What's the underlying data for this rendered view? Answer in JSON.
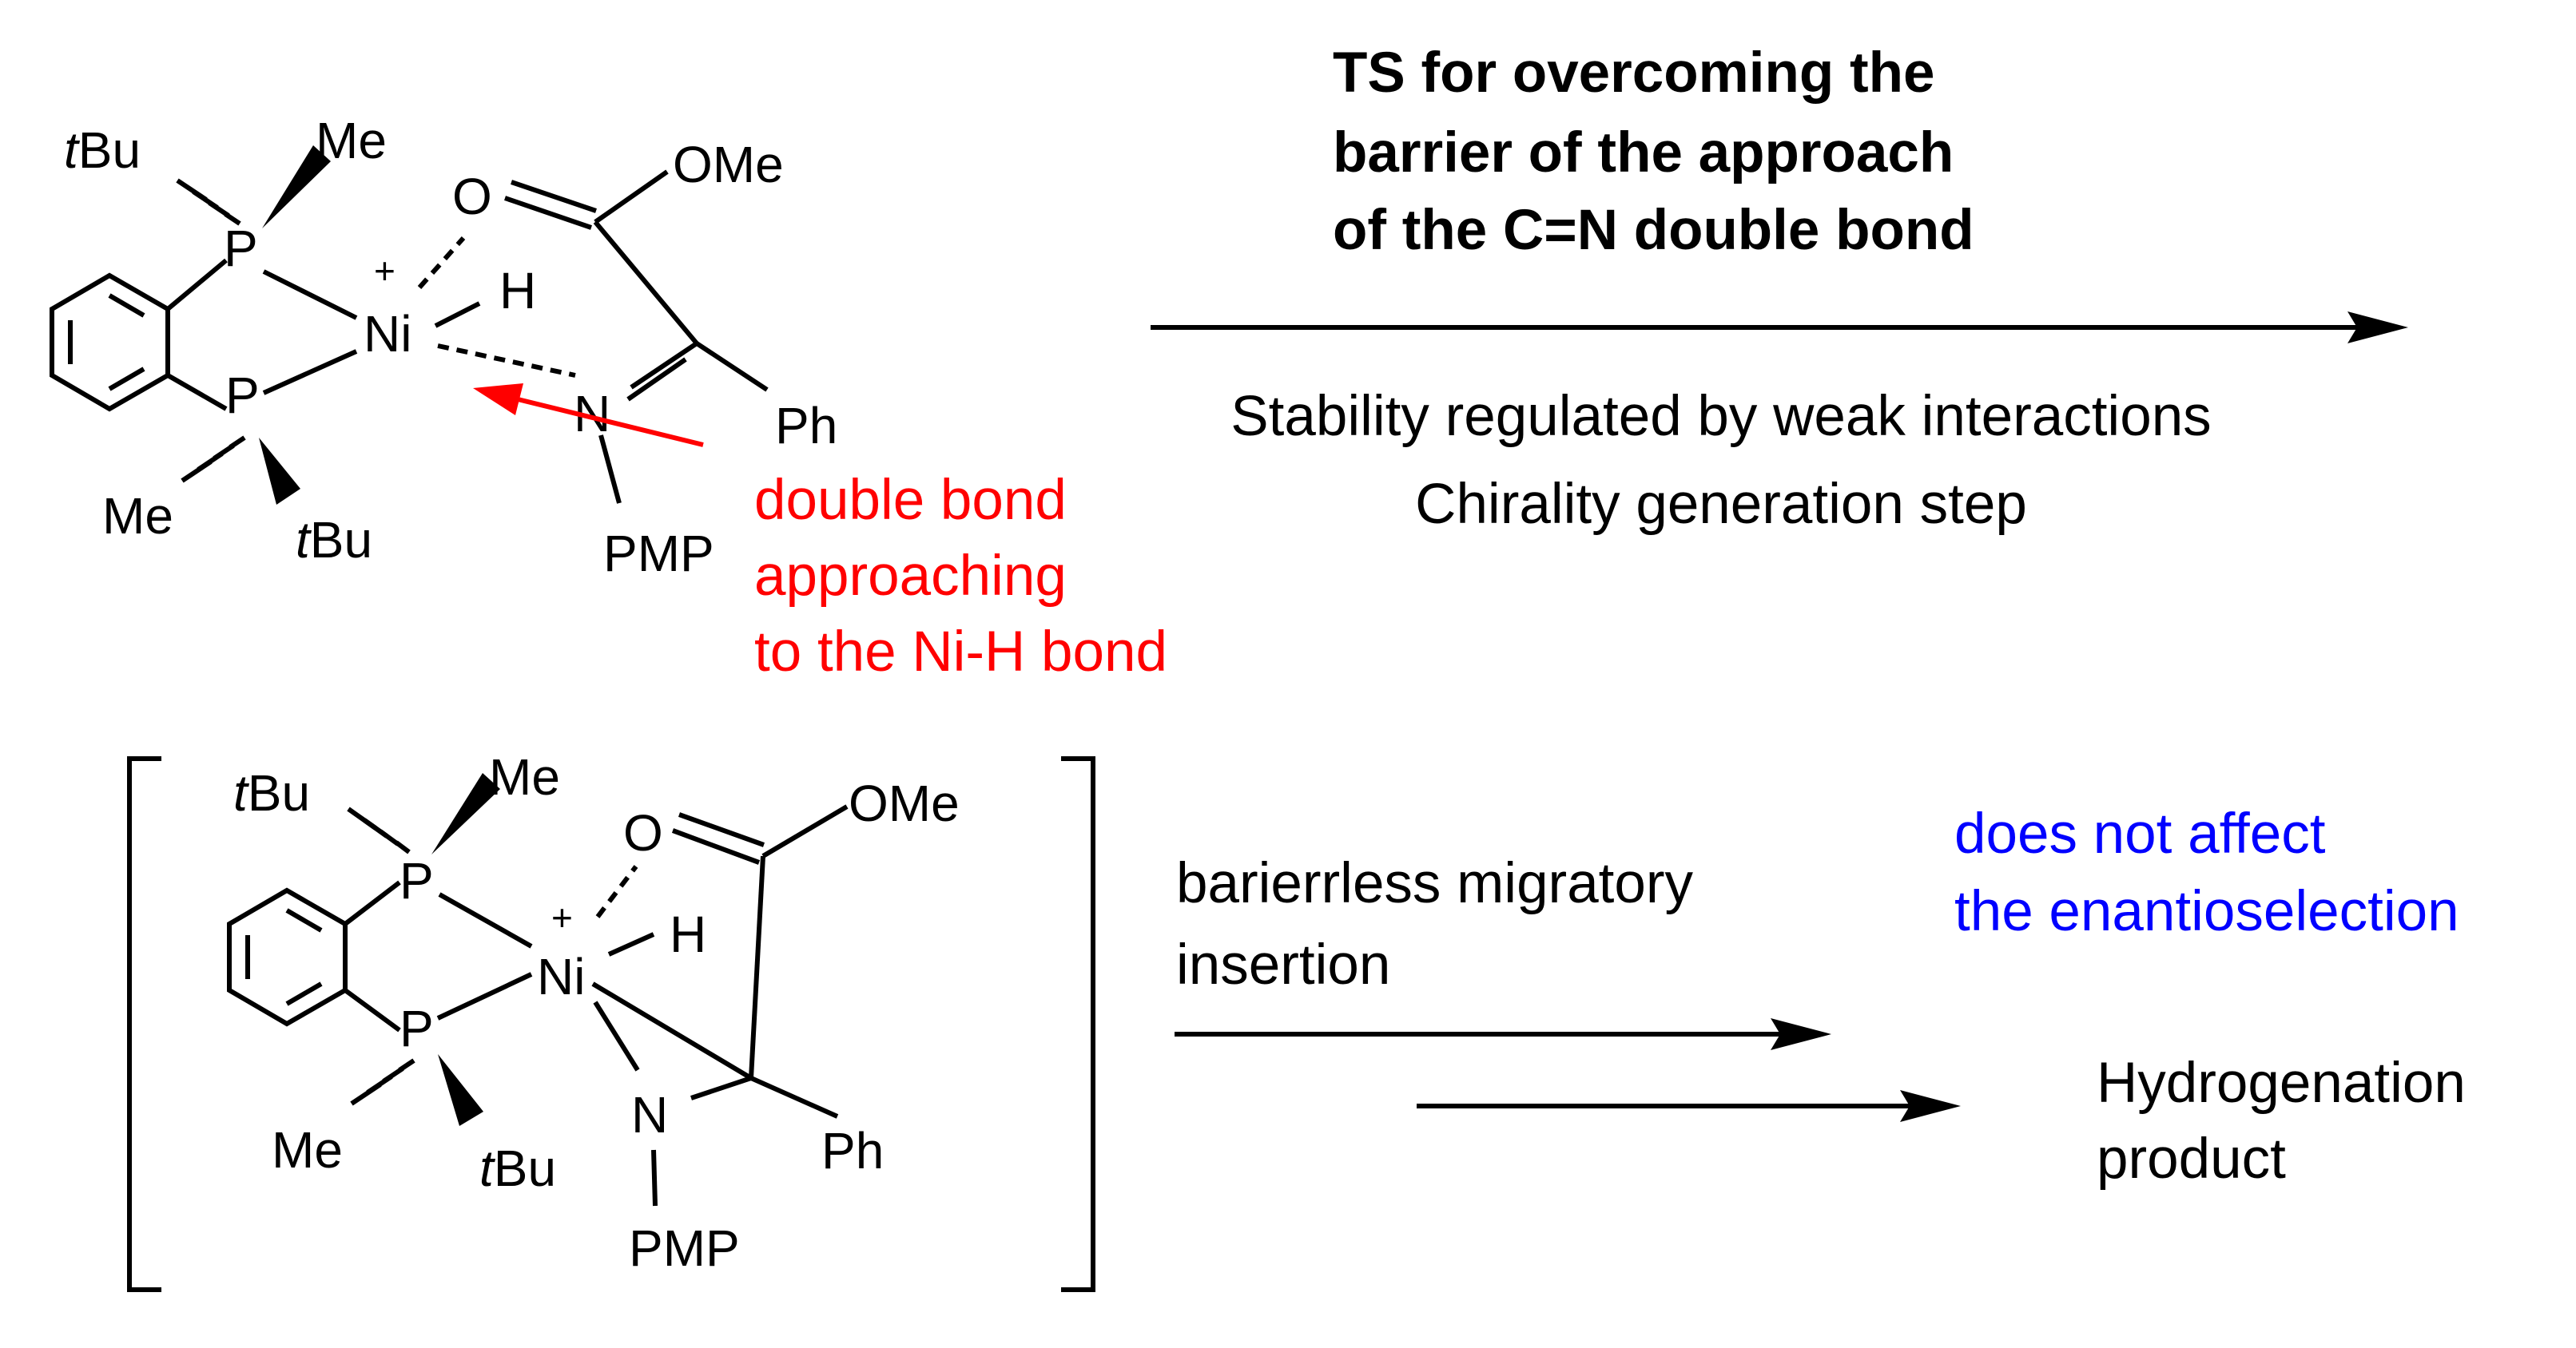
{
  "atoms": {
    "tBu": "tBu",
    "t_italic": "t",
    "Bu": "Bu",
    "Me": "Me",
    "P": "P",
    "Ni": "Ni",
    "H": "H",
    "O": "O",
    "OMe": "OMe",
    "N": "N",
    "Ph": "Ph",
    "PMP": "PMP",
    "plus": "+"
  },
  "top_arrow": {
    "title_lines": [
      "TS for overcoming the",
      "barrier of the approach",
      "of the C=N double bond"
    ],
    "below_lines": [
      "Stability regulated by weak interactions",
      "Chirality generation step"
    ]
  },
  "annotation_red": {
    "lines": [
      "double bond",
      "approaching",
      "to the Ni-H bond"
    ],
    "color": "#ff0000"
  },
  "bottom_arrow": {
    "label_lines": [
      "barierrless migratory",
      "insertion"
    ]
  },
  "annotation_blue": {
    "lines": [
      "does not affect",
      "the enantioselection"
    ],
    "color": "#0000ff"
  },
  "product": {
    "lines": [
      "Hydrogenation",
      "product"
    ]
  }
}
